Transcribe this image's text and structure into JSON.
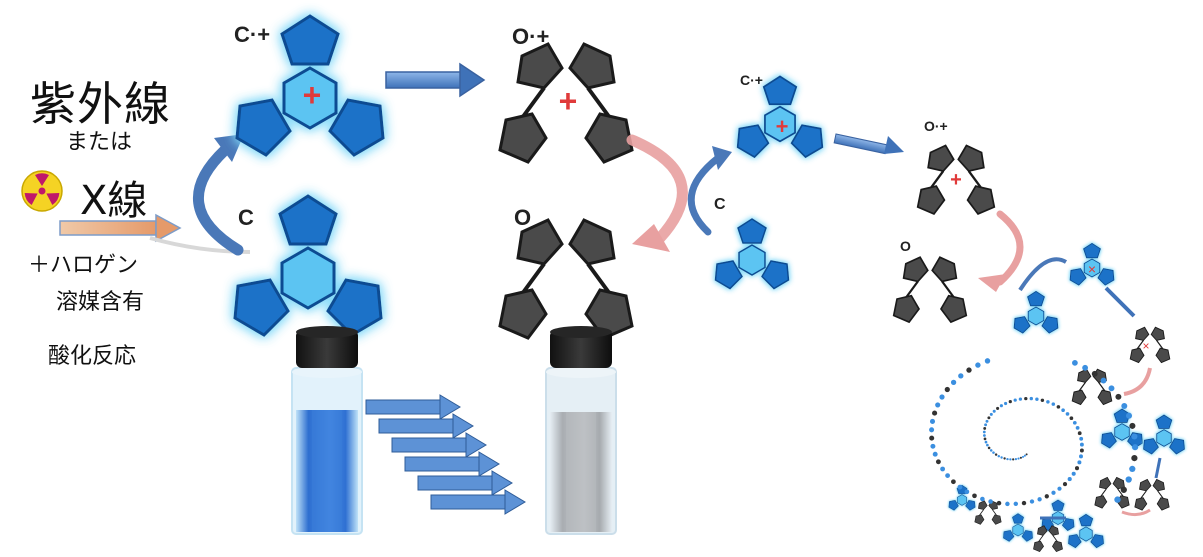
{
  "left_text": {
    "uv": "紫外線",
    "or": "または",
    "xray": "X線",
    "halogen": "＋ハロゲン",
    "solvent": "溶媒含有",
    "oxidation": "酸化反応"
  },
  "labels": {
    "closed_cation": "C·+",
    "open_cation": "O·+",
    "closed": "C",
    "open": "O"
  },
  "colors": {
    "blue_molecule": "#1e74c8",
    "glow": "#7fd8f8",
    "dark_molecule": "#444444",
    "arrow_blue": "#4a7fc0",
    "arrow_pink": "#e8a0a0",
    "charge": "#e03a3a",
    "vial_blue": "#3b7ed8",
    "vial_grey": "#b8bcc0"
  }
}
